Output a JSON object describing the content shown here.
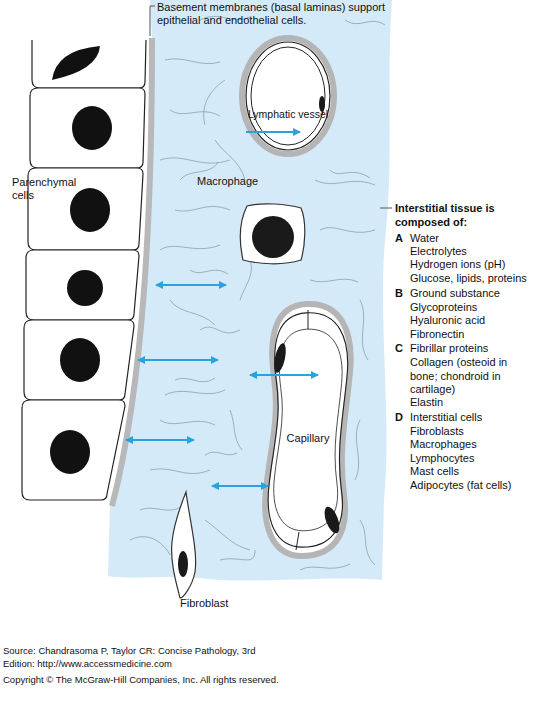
{
  "diagram": {
    "nodes": [
      {
        "text": [
          "Lymphatic vessel"
        ]
      },
      {
        "text": [
          "Macrophage"
        ]
      },
      {
        "text": [
          "Capillary"
        ]
      },
      {
        "text": [
          "Fibroblast"
        ]
      }
    ],
    "labels": [
      "Basement membranes (basal laminas) support epithelial and endothelial cells.",
      "Parenchymal cells",
      "Interstitial tissue is composed of:",
      "A",
      "Water",
      "Electrolytes",
      "Hydrogen ions (pH)",
      "Glucose, lipids, proteins",
      "B",
      "Ground substance",
      "Glycoproteins",
      "Hyaluronic acid",
      "Fibronectin",
      "C",
      "Fibrillar proteins",
      "Collagen (osteoid in bone; chondroid in cartilage)",
      "Elastin",
      "D",
      "Interstitial cells",
      "Fibroblasts",
      "Macrophages",
      "Lymphocytes",
      "Mast cells",
      "Adipocytes (fat cells)",
      "Source: Chandrasoma P, Taylor CR: Concise Pathology, 3rd Edition: http://www.accessmedicine.com",
      "Copyright © The McGraw-Hill Companies, Inc. All rights reserved."
    ]
  }
}
